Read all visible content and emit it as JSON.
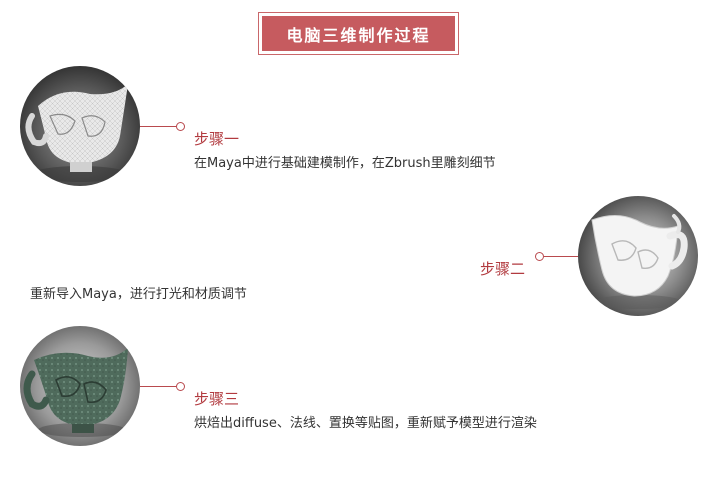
{
  "title": "电脑三维制作过程",
  "steps": [
    {
      "label": "步骤一",
      "description": "在Maya中进行基础建模制作，在Zbrush里雕刻细节"
    },
    {
      "label": "步骤二",
      "description": "重新导入Maya，进行打光和材质调节"
    },
    {
      "label": "步骤三",
      "description": "烘焙出diffuse、法线、置换等贴图，重新赋予模型进行渲染"
    }
  ],
  "colors": {
    "accent": "#c65b5f",
    "accent_text": "#b23a3f",
    "body_text": "#333333"
  }
}
